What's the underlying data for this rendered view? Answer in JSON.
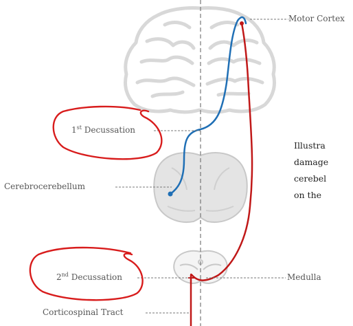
{
  "labels": {
    "motor_cortex": "Motor Cortex",
    "first_decussation_ord": "1",
    "first_decussation_sup": "st",
    "first_decussation_rest": " Decussation",
    "cerebrocerebellum": "Cerebrocerebellum",
    "second_decussation_ord": "2",
    "second_decussation_sup": "nd",
    "second_decussation_rest": " Decussation",
    "medulla": "Medulla",
    "corticospinal_tract": "Corticospinal Tract"
  },
  "description_lines": [
    "Illustra",
    "damage",
    "cerebel",
    "on the"
  ],
  "colors": {
    "ipsilateral_pathway": "#1f6fb5",
    "corticospinal_pathway": "#c01818",
    "annotation_circles": "#d81c1c",
    "brain_outline": "#d8d8d8",
    "midline": "#777777"
  }
}
